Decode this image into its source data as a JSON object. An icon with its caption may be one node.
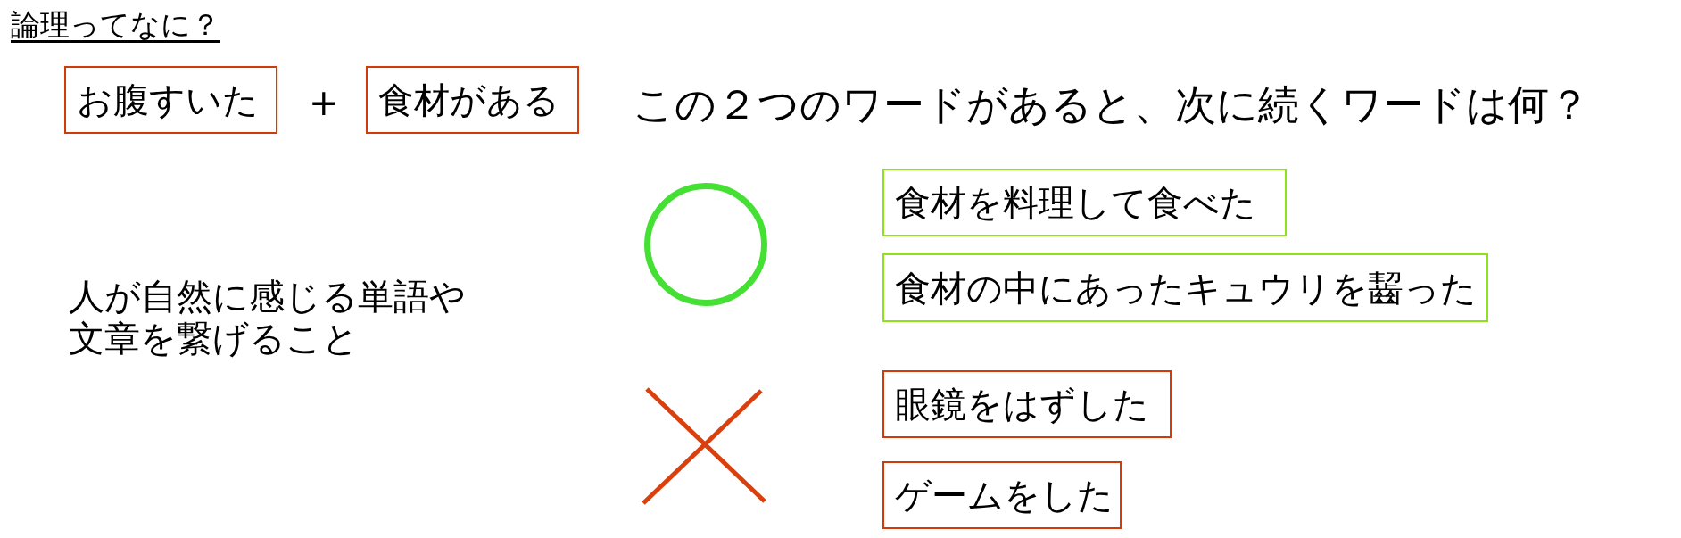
{
  "diagram": {
    "title": "論理ってなに？",
    "nodes": [
      {
        "text": [
          "お腹すいた"
        ]
      },
      {
        "text": [
          "食材がある"
        ]
      },
      {
        "text": [
          "食材を料理して食べた"
        ]
      },
      {
        "text": [
          "食材の中にあったキュウリを齧った"
        ]
      },
      {
        "text": [
          "眼鏡をはずした"
        ]
      },
      {
        "text": [
          "ゲームをした"
        ]
      }
    ],
    "labels": [
      "+",
      "この２つのワードがあると、次に続くワードは何？",
      "人が自然に感じる単語や文章を繋げること"
    ]
  }
}
